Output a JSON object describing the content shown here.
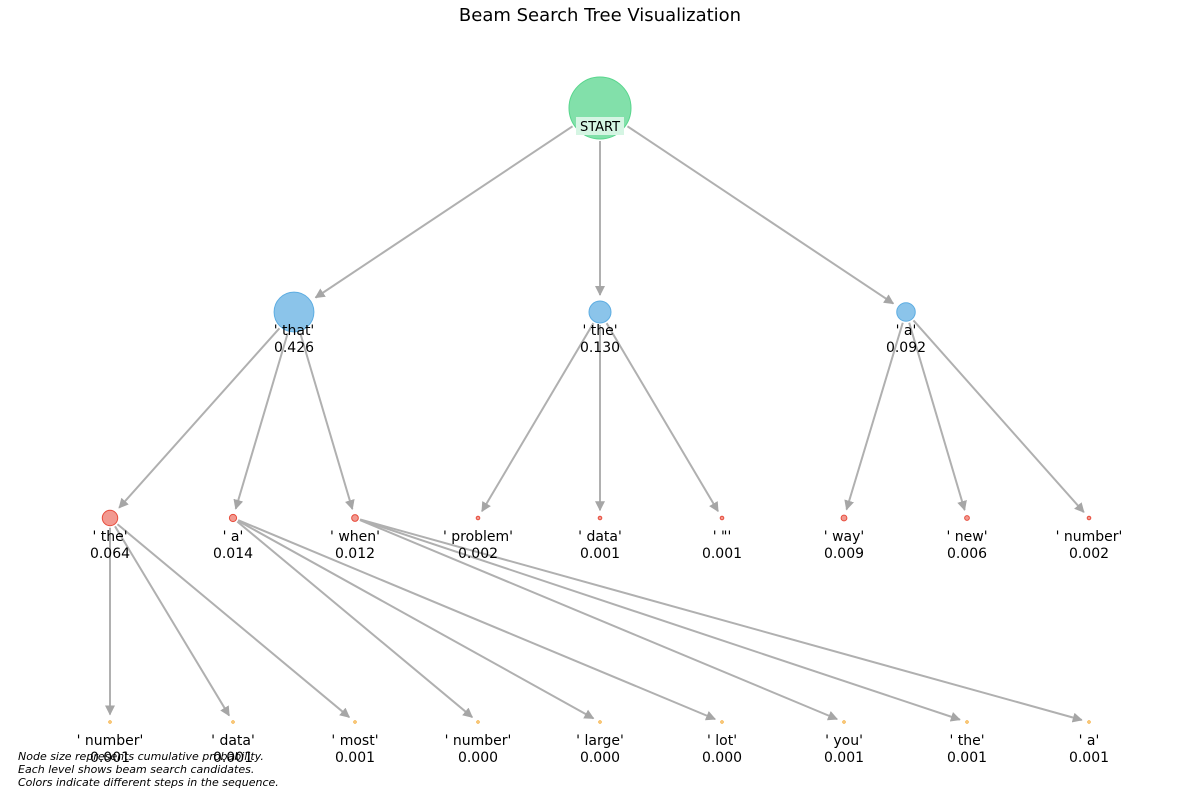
{
  "title": "Beam Search Tree Visualization",
  "colors": {
    "start": "#82e0aa",
    "level1": "#85c1e9",
    "level2": "#f1948a",
    "level3": "#f8c471",
    "edge": "#b0b0b0",
    "start_label_bg": "#d5f5e3"
  },
  "tree": {
    "nodes": [
      {
        "id": "start",
        "level": 0,
        "token": "START",
        "prob": null
      },
      {
        "id": "n1",
        "level": 1,
        "parent": "start",
        "token": "' that'",
        "prob": "0.426"
      },
      {
        "id": "n2",
        "level": 1,
        "parent": "start",
        "token": "' the'",
        "prob": "0.130"
      },
      {
        "id": "n3",
        "level": 1,
        "parent": "start",
        "token": "' a'",
        "prob": "0.092"
      },
      {
        "id": "n1a",
        "level": 2,
        "parent": "n1",
        "token": "' the'",
        "prob": "0.064"
      },
      {
        "id": "n1b",
        "level": 2,
        "parent": "n1",
        "token": "' a'",
        "prob": "0.014"
      },
      {
        "id": "n1c",
        "level": 2,
        "parent": "n1",
        "token": "' when'",
        "prob": "0.012"
      },
      {
        "id": "n2a",
        "level": 2,
        "parent": "n2",
        "token": "' problem'",
        "prob": "0.002"
      },
      {
        "id": "n2b",
        "level": 2,
        "parent": "n2",
        "token": "' data'",
        "prob": "0.001"
      },
      {
        "id": "n2c",
        "level": 2,
        "parent": "n2",
        "token": "' \"'",
        "prob": "0.001"
      },
      {
        "id": "n3a",
        "level": 2,
        "parent": "n3",
        "token": "' way'",
        "prob": "0.009"
      },
      {
        "id": "n3b",
        "level": 2,
        "parent": "n3",
        "token": "' new'",
        "prob": "0.006"
      },
      {
        "id": "n3c",
        "level": 2,
        "parent": "n3",
        "token": "' number'",
        "prob": "0.002"
      },
      {
        "id": "l1",
        "level": 3,
        "parent": "n1a",
        "token": "' number'",
        "prob": "0.001"
      },
      {
        "id": "l2",
        "level": 3,
        "parent": "n1a",
        "token": "' data'",
        "prob": "0.001"
      },
      {
        "id": "l3",
        "level": 3,
        "parent": "n1a",
        "token": "' most'",
        "prob": "0.001"
      },
      {
        "id": "l4",
        "level": 3,
        "parent": "n1b",
        "token": "' number'",
        "prob": "0.000"
      },
      {
        "id": "l5",
        "level": 3,
        "parent": "n1b",
        "token": "' large'",
        "prob": "0.000"
      },
      {
        "id": "l6",
        "level": 3,
        "parent": "n1b",
        "token": "' lot'",
        "prob": "0.000"
      },
      {
        "id": "l7",
        "level": 3,
        "parent": "n1c",
        "token": "' you'",
        "prob": "0.001"
      },
      {
        "id": "l8",
        "level": 3,
        "parent": "n1c",
        "token": "' the'",
        "prob": "0.001"
      },
      {
        "id": "l9",
        "level": 3,
        "parent": "n1c",
        "token": "' a'",
        "prob": "0.001"
      }
    ]
  },
  "notes": [
    "Node size represents cumulative probability.",
    "Each level shows beam search candidates.",
    "Colors indicate different steps in the sequence."
  ]
}
